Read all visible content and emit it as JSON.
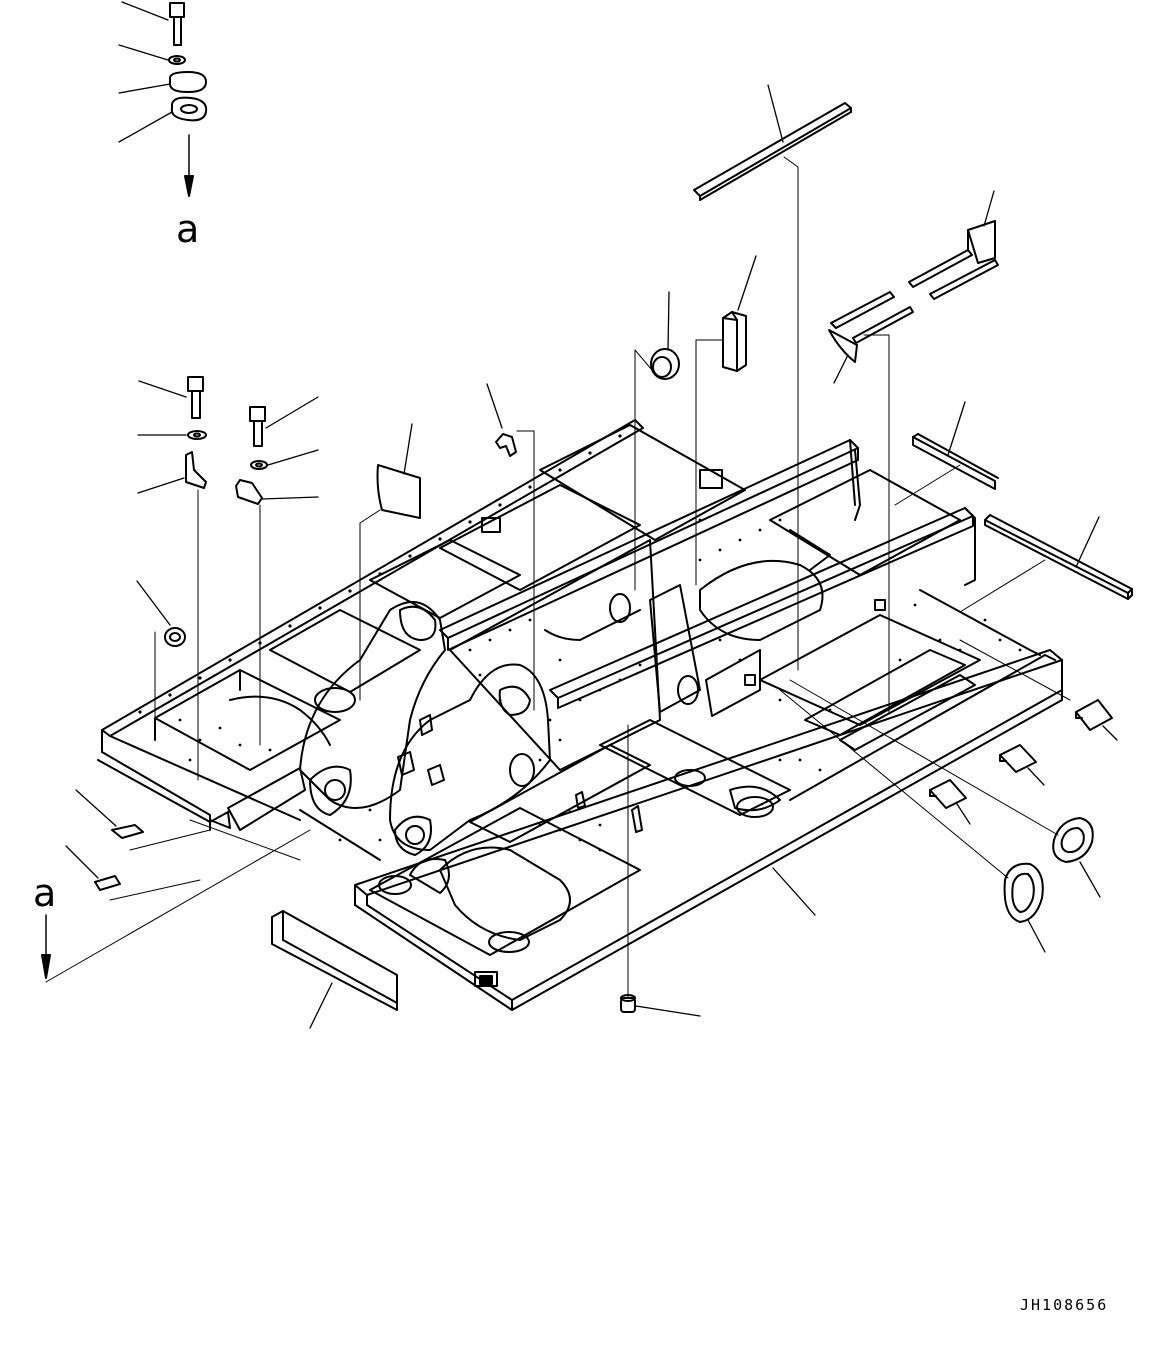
{
  "figure": {
    "reference_marks": {
      "top": "a",
      "bottom": "a"
    },
    "drawing_number": "JH108656"
  },
  "parts": [
    {
      "name": "bolt"
    },
    {
      "name": "washer"
    },
    {
      "name": "plate"
    },
    {
      "name": "gasket"
    },
    {
      "name": "bolt"
    },
    {
      "name": "washer"
    },
    {
      "name": "bracket"
    },
    {
      "name": "bolt"
    },
    {
      "name": "washer"
    },
    {
      "name": "bracket"
    },
    {
      "name": "grommet"
    },
    {
      "name": "cover"
    },
    {
      "name": "clip"
    },
    {
      "name": "grommet"
    },
    {
      "name": "spacer"
    },
    {
      "name": "bar"
    },
    {
      "name": "angle"
    },
    {
      "name": "strip"
    },
    {
      "name": "bar"
    },
    {
      "name": "clip"
    },
    {
      "name": "clip"
    },
    {
      "name": "clip"
    },
    {
      "name": "clip"
    },
    {
      "name": "grommet"
    },
    {
      "name": "grommet"
    },
    {
      "name": "frame"
    },
    {
      "name": "plug"
    },
    {
      "name": "plate"
    },
    {
      "name": "clip"
    },
    {
      "name": "clip"
    }
  ],
  "icons": {
    "arrow_top": "down-arrow-icon",
    "arrow_bottom": "down-arrow-icon"
  }
}
